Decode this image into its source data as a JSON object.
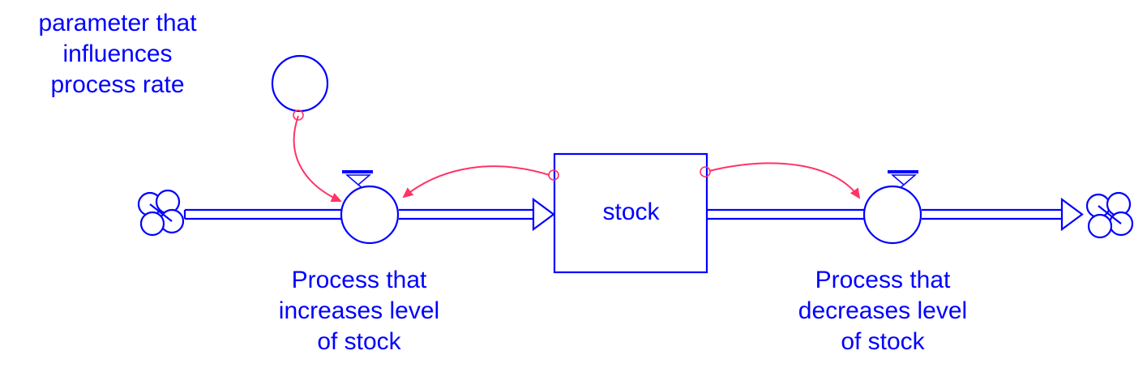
{
  "colors": {
    "element": "#0000ff",
    "connector": "#ff3366",
    "background": "#ffffff"
  },
  "icons": {
    "source": "cloud-icon",
    "sink": "cloud-icon",
    "valve": "valve-icon",
    "auxiliary": "auxiliary-circle-icon"
  },
  "parameter": {
    "lines": [
      "parameter that",
      "influences",
      "process rate"
    ]
  },
  "stock": {
    "label": "stock"
  },
  "inflow": {
    "lines": [
      "Process that",
      "increases level",
      "of stock"
    ]
  },
  "outflow": {
    "lines": [
      "Process that",
      "decreases level",
      "of stock"
    ]
  }
}
